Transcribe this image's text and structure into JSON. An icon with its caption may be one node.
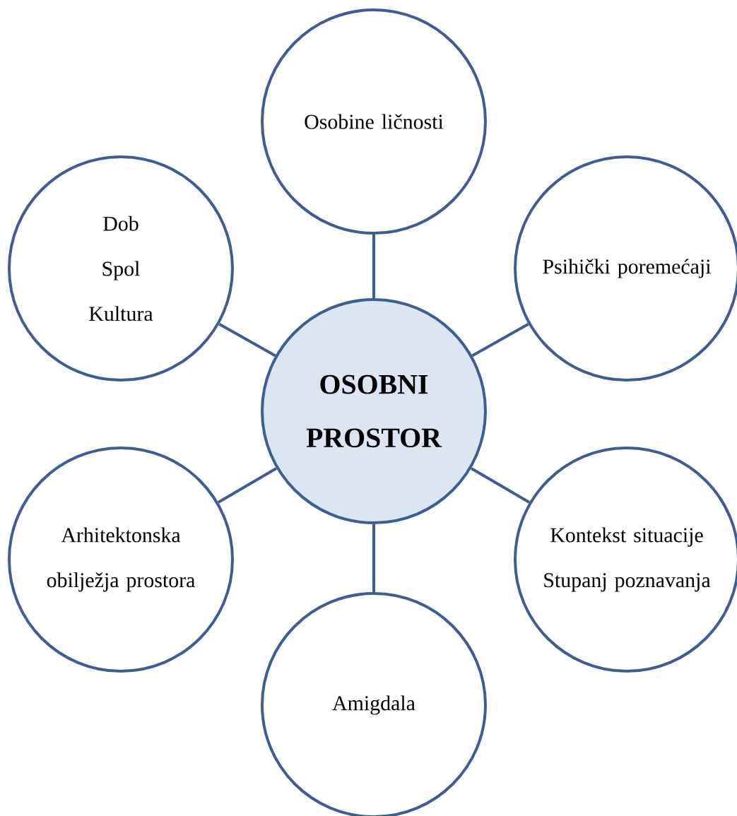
{
  "diagram": {
    "nodes": [
      {
        "text": [
          "OSOBNI PROSTOR"
        ]
      },
      {
        "text": [
          "Osobine ličnosti"
        ]
      },
      {
        "text": [
          "Dob",
          "Spol",
          "Kultura"
        ]
      },
      {
        "text": [
          "Psihički poremećaji"
        ]
      },
      {
        "text": [
          "Arhitektonska obilježja prostora"
        ]
      },
      {
        "text": [
          "Kontekst situacije",
          "Stupanj poznavanja"
        ]
      },
      {
        "text": [
          "Amigdala"
        ]
      }
    ],
    "edges": [
      {
        "from": 0,
        "to": 1,
        "arrow": "none"
      },
      {
        "from": 0,
        "to": 2,
        "arrow": "none"
      },
      {
        "from": 0,
        "to": 3,
        "arrow": "none"
      },
      {
        "from": 0,
        "to": 4,
        "arrow": "none"
      },
      {
        "from": 0,
        "to": 5,
        "arrow": "none"
      },
      {
        "from": 0,
        "to": 6,
        "arrow": "none"
      }
    ]
  }
}
